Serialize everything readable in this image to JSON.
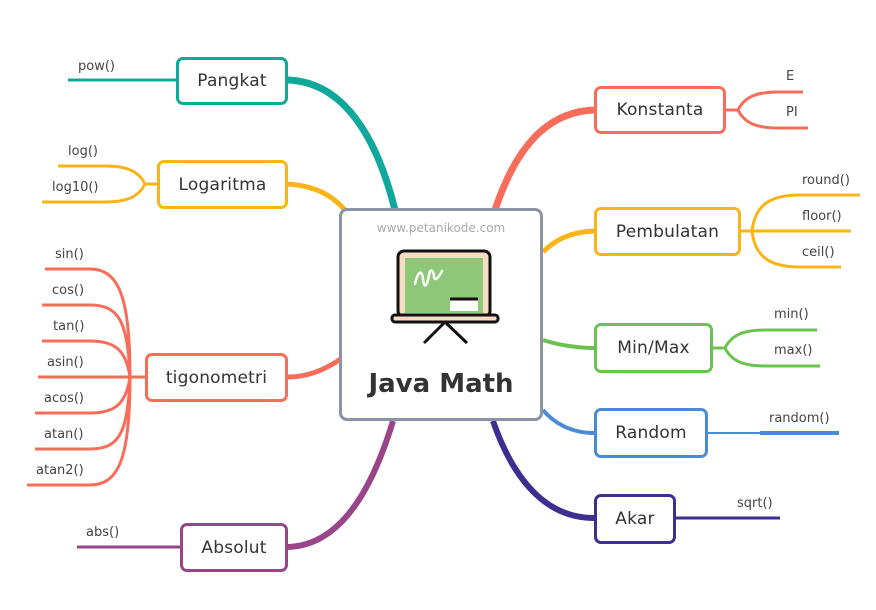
{
  "central": {
    "title": "Java Math",
    "watermark": "www.petanikode.com",
    "icon": "presentation-board-icon",
    "border_color": "#8a94a6"
  },
  "branches": [
    {
      "id": "pangkat",
      "label": "Pangkat",
      "side": "left",
      "color": "#0fa89a",
      "leaves": [
        "pow()"
      ]
    },
    {
      "id": "logaritma",
      "label": "Logaritma",
      "side": "left",
      "color": "#fab418",
      "leaves": [
        "log()",
        "log10()"
      ]
    },
    {
      "id": "tigonometri",
      "label": "tigonometri",
      "side": "left",
      "color": "#f86d5a",
      "leaves": [
        "sin()",
        "cos()",
        "tan()",
        "asin()",
        "acos()",
        "atan()",
        "atan2()"
      ]
    },
    {
      "id": "absolut",
      "label": "Absolut",
      "side": "left",
      "color": "#9a4489",
      "leaves": [
        "abs()"
      ]
    },
    {
      "id": "konstanta",
      "label": "Konstanta",
      "side": "right",
      "color": "#f86d5a",
      "leaves": [
        "E",
        "PI"
      ]
    },
    {
      "id": "pembulatan",
      "label": "Pembulatan",
      "side": "right",
      "color": "#fab418",
      "leaves": [
        "round()",
        "floor()",
        "ceil()"
      ]
    },
    {
      "id": "minmax",
      "label": "Min/Max",
      "side": "right",
      "color": "#6cc24f",
      "leaves": [
        "min()",
        "max()"
      ]
    },
    {
      "id": "random",
      "label": "Random",
      "side": "right",
      "color": "#4a8bd6",
      "leaves": [
        "random()"
      ]
    },
    {
      "id": "akar",
      "label": "Akar",
      "side": "right",
      "color": "#3c2f8f",
      "leaves": [
        "sqrt()"
      ]
    }
  ]
}
